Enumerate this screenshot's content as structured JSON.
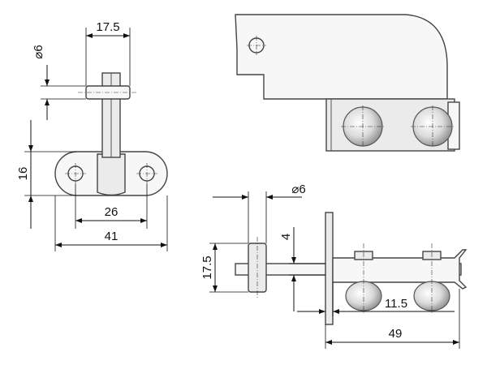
{
  "front_view": {
    "dim_width_top": "17.5",
    "dim_hole_dia": "⌀6",
    "dim_height": "16",
    "dim_hole_spacing": "26",
    "dim_overall_width": "41"
  },
  "side_view": {
    "dim_pin_dia": "⌀6",
    "dim_offset_vertical": "4",
    "dim_height": "17.5",
    "dim_offset_horizontal": "11.5",
    "dim_overall_length": "49"
  }
}
